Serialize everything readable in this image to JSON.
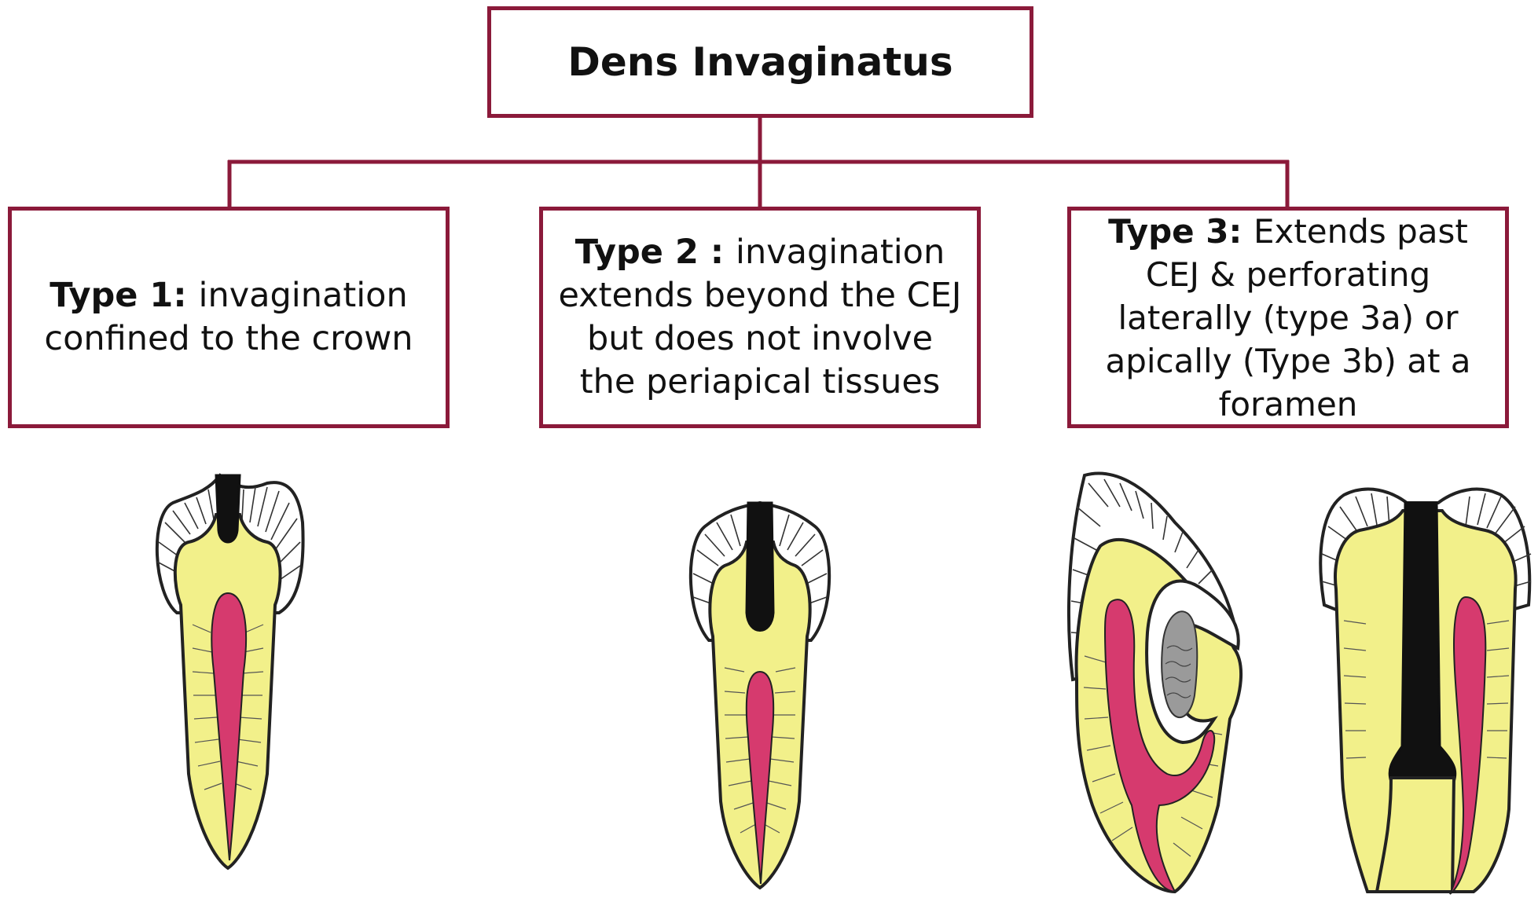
{
  "title": "Dens Invaginatus",
  "types": [
    {
      "label": "Type 1:",
      "description": "invagination confined to the crown"
    },
    {
      "label": "Type 2 :",
      "description": "invagination extends beyond the CEJ but does not involve the periapical tissues"
    },
    {
      "label": "Type 3:",
      "description": "Extends past CEJ & perforating laterally (type 3a) or apically (Type 3b) at a foramen"
    }
  ],
  "colors": {
    "border": "#8b1a3a",
    "dentin": "#f2f08a",
    "pulp": "#d63a6e",
    "enamel": "#ffffff",
    "invagination": "#111111"
  }
}
